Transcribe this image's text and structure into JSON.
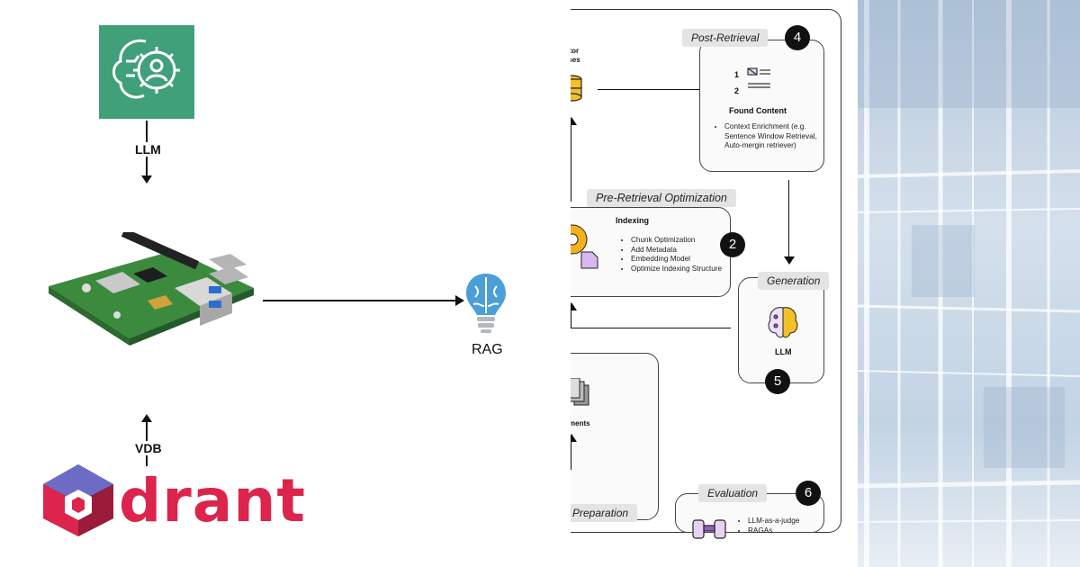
{
  "left": {
    "llm_label": "LLM",
    "vdb_label": "VDB",
    "rag_label": "RAG",
    "qdrant_wordmark": "drant",
    "icons": [
      "brain-gear-user-icon",
      "raspberry-pi-board-icon",
      "brain-lightbulb-icon",
      "qdrant-logo-icon"
    ],
    "colors": {
      "llm_tile": "#3fa07a",
      "qdrant": "#dc244c",
      "rag_icon": "#4a9fd8"
    }
  },
  "rag_diagram": {
    "vector_db_label_line1": "ctor",
    "vector_db_label_line2": "bases",
    "post_retrieval": {
      "tag": "Post-Retrieval",
      "step": "4",
      "list_numbers": [
        "1",
        "2"
      ],
      "title": "Found Content",
      "bullets": [
        "Context Enrichment (e.g. Sentence Window Retrieval, Auto-mergin retriever)"
      ]
    },
    "pre_retrieval": {
      "tag": "Pre-Retrieval Optimization",
      "step": "2",
      "title": "Indexing",
      "bullets": [
        "Chunk Optimization",
        "Add Metadata",
        "Embedding Model",
        "Optimize Indexing Structure"
      ]
    },
    "generation": {
      "tag": "Generation",
      "step": "5",
      "title": "LLM"
    },
    "documents_label": "ments",
    "preparation_tag": "Preparation",
    "evaluation": {
      "tag": "Evaluation",
      "step": "6",
      "bullets": [
        "LLM-as-a-judge",
        "RAGAs"
      ]
    },
    "colors": {
      "badge": "#111111",
      "tag_bg": "#e4e4e4",
      "gear": "#f2b21b",
      "accent_purple": "#9b59c6"
    }
  }
}
